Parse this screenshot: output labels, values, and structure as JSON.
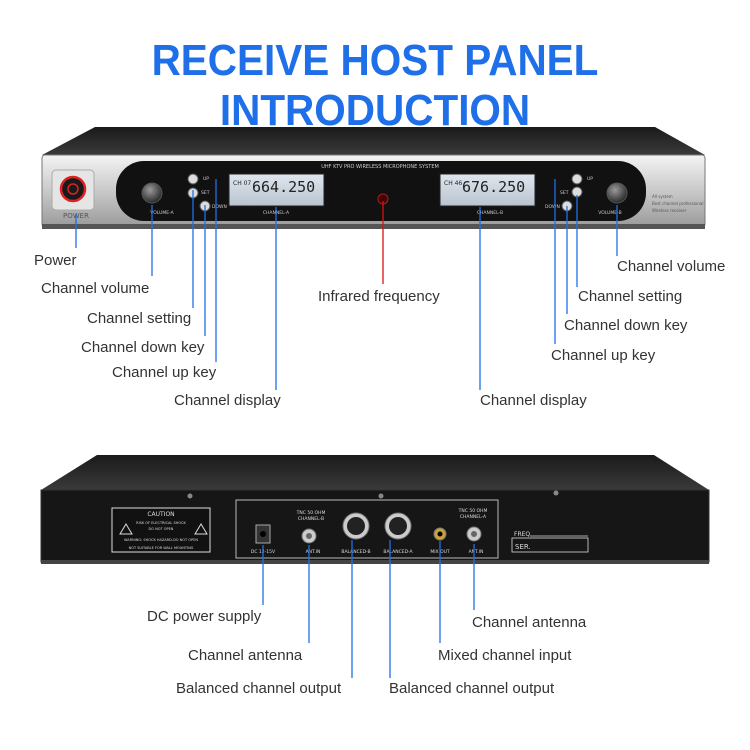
{
  "title": "RECEIVE HOST PANEL INTRODUCTION",
  "front_panel": {
    "system_name": "UHF KTV PRO WIRELESS MICROPHONE SYSTEM",
    "power_label": "POWER",
    "volume_a": "VOLUME-A",
    "volume_b": "VOLUME-B",
    "up": "UP",
    "set": "SET",
    "down": "DOWN",
    "channel_a": "CHANNEL-A",
    "channel_b": "CHANNEL-B",
    "display_a_ch": "CH 07",
    "display_a_freq": "664.250",
    "display_b_ch": "CH 46",
    "display_b_freq": "676.250",
    "right_note": [
      "All system",
      "Best channel professional",
      "Wireless receiver"
    ]
  },
  "front_labels": {
    "power": "Power",
    "channel_volume_left": "Channel volume",
    "channel_setting_left": "Channel setting",
    "channel_down_left": "Channel down key",
    "channel_up_left": "Channel up key",
    "channel_display_left": "Channel display",
    "infrared": "Infrared frequency",
    "channel_display_right": "Channel display",
    "channel_volume_right": "Channel volume",
    "channel_setting_right": "Channel setting",
    "channel_down_right": "Channel down key",
    "channel_up_right": "Channel up key"
  },
  "back_panel": {
    "caution_title": "CAUTION",
    "caution_lines": [
      "RISK OF ELECTRICAL SHOCK",
      "DO NOT OPEN"
    ],
    "warning_line": "WARNING: SHOCK HAZARD-DO NOT OPEN",
    "mount_line": "NOT SUITABLE FOR WALL MOUNTING",
    "dc": "DC 12-15V",
    "tnc_b": [
      "TNC 50 OHM",
      "CHANNEL-B"
    ],
    "tnc_a": [
      "TNC 50 OHM",
      "CHANNEL-A"
    ],
    "ant_in": "ANT.IN",
    "balanced_b": "BALANCED-B",
    "balanced_a": "BALANCED-A",
    "mix_out": "MIX OUT",
    "freq": "FREQ",
    "ser": "SER."
  },
  "back_labels": {
    "dc_power": "DC power supply",
    "channel_antenna_left": "Channel antenna",
    "balanced_left": "Balanced channel output",
    "balanced_right": "Balanced channel output",
    "mixed_input": "Mixed channel input",
    "channel_antenna_right": "Channel antenna"
  },
  "colors": {
    "title": "#1e6fe8",
    "line": "#1e6fe8",
    "infrared_line": "#d11"
  }
}
